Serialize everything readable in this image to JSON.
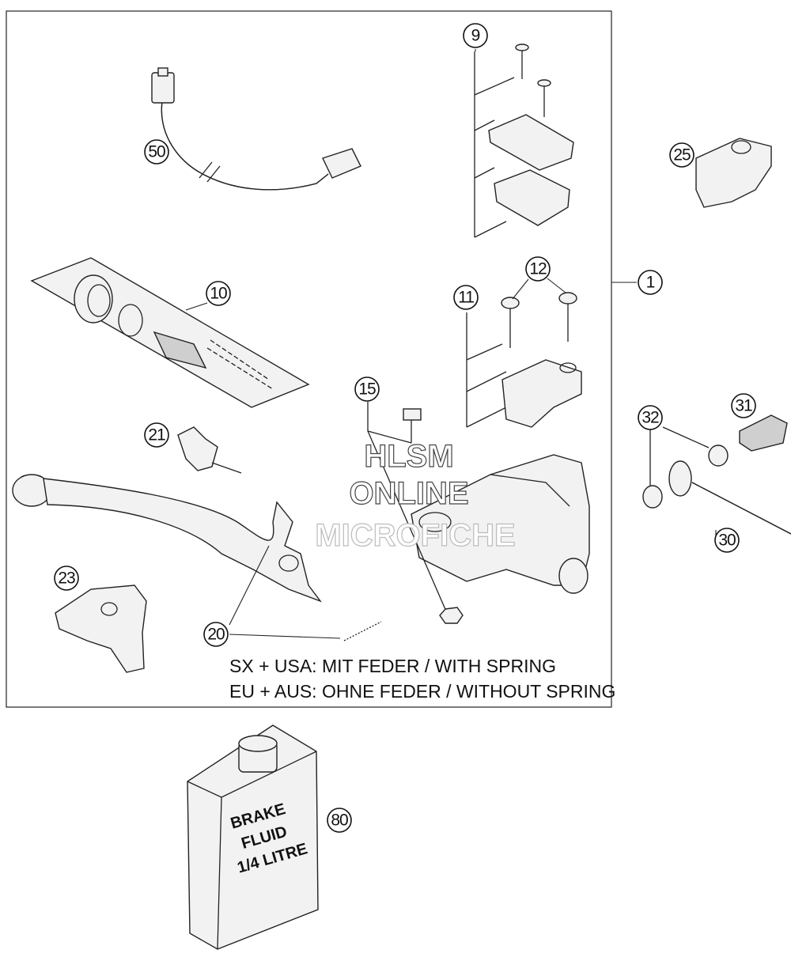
{
  "callouts": {
    "c1": "1",
    "c9": "9",
    "c10": "10",
    "c11": "11",
    "c12": "12",
    "c15": "15",
    "c20": "20",
    "c21": "21",
    "c23": "23",
    "c25": "25",
    "c30": "30",
    "c31": "31",
    "c32": "32",
    "c50": "50",
    "c80": "80"
  },
  "notes": {
    "line1": "SX + USA:  MIT FEDER / WITH SPRING",
    "line2": "EU + AUS:  OHNE FEDER / WITHOUT SPRING"
  },
  "can_label": [
    "BRAKE",
    "FLUID",
    "1/4 LITRE"
  ],
  "watermark": [
    "HLSM",
    "ONLINE",
    "MICROFICHE"
  ]
}
